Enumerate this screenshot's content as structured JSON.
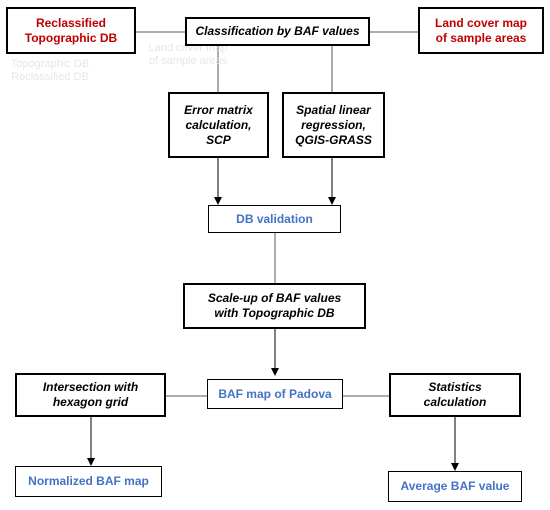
{
  "colors": {
    "red_text": "#c00000",
    "blue_text": "#4472c4",
    "black_text": "#000000",
    "lines": "#595959",
    "ghost_text": "#e6e6e6"
  },
  "nodes": {
    "reclassified_topographic_db": "Reclassified\nTopographic DB",
    "classification_by_baf": "Classification by BAF values",
    "land_cover_map": "Land cover map\nof sample areas",
    "error_matrix": "Error matrix\ncalculation,\nSCP",
    "spatial_regression": "Spatial linear\nregression,\nQGIS-GRASS",
    "db_validation": "DB validation",
    "scale_up": "Scale-up of BAF values\nwith Topographic DB",
    "intersection_hexagon": "Intersection with\nhexagon grid",
    "baf_map_padova": "BAF map of Padova",
    "statistics_calculation": "Statistics\ncalculation",
    "normalized_baf_map": "Normalized BAF map",
    "average_baf_value": "Average BAF value"
  },
  "ghost_text": {
    "left": "Topographic DB\nReclassified DB",
    "center": "Land cover map\nof sample areas"
  }
}
